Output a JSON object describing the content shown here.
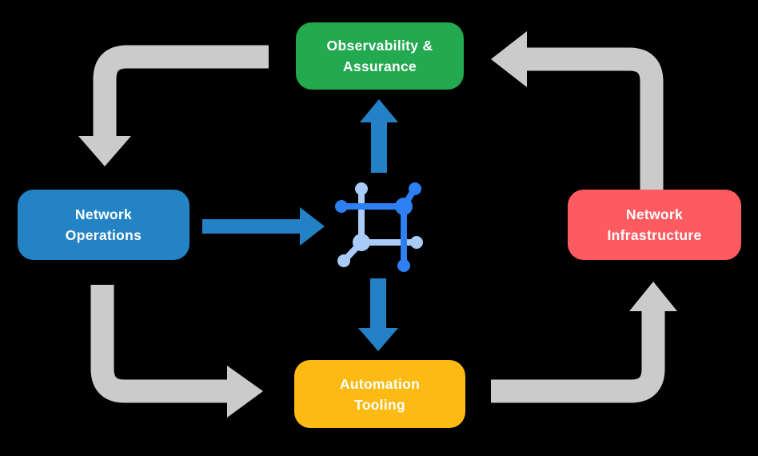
{
  "diagram": {
    "boxes": {
      "observability": {
        "line1": "Observability &",
        "line2": "Assurance",
        "color": "#23A950"
      },
      "operations": {
        "line1": "Network",
        "line2": "Operations",
        "color": "#2383C4"
      },
      "infrastructure": {
        "line1": "Network",
        "line2": "Infrastructure",
        "color": "#FD5B60"
      },
      "automation": {
        "line1": "Automation",
        "line2": "Tooling",
        "color": "#FCBA12"
      }
    },
    "colors": {
      "background": "#000000",
      "box_text": "#FFFFFF",
      "cycle_arrow": "#CBCBCB",
      "flow_arrow": "#2382C6",
      "icon_dark": "#2D7FF2",
      "icon_light": "#A9CBF7"
    },
    "icon": {
      "name": "network-hub-icon"
    },
    "cycle_flow": [
      {
        "from": "Observability & Assurance",
        "to": "Network Operations"
      },
      {
        "from": "Network Operations",
        "to": "Automation Tooling"
      },
      {
        "from": "Automation Tooling",
        "to": "Network Infrastructure"
      },
      {
        "from": "Network Infrastructure",
        "to": "Observability & Assurance"
      }
    ],
    "hub_flow": [
      {
        "from": "Network Operations",
        "to": "network-hub"
      },
      {
        "from": "network-hub",
        "to": "Observability & Assurance"
      },
      {
        "from": "network-hub",
        "to": "Automation Tooling"
      }
    ]
  }
}
